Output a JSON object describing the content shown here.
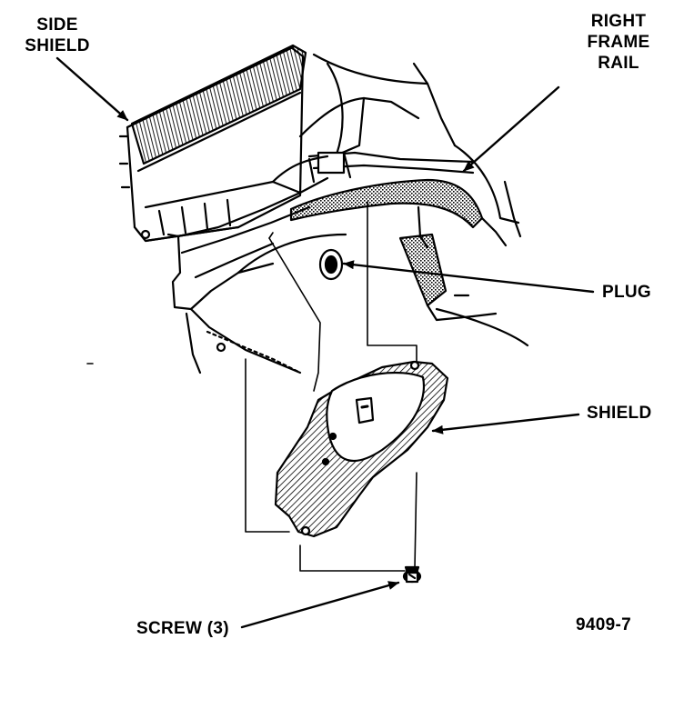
{
  "labels": {
    "side_shield": [
      "SIDE",
      "SHIELD"
    ],
    "right_frame_rail": [
      "RIGHT",
      "FRAME",
      "RAIL"
    ],
    "plug": "PLUG",
    "shield": "SHIELD",
    "screw": "SCREW (3)",
    "figure_number": "9409-7"
  },
  "colors": {
    "ink": "#000000",
    "paper": "#ffffff"
  }
}
